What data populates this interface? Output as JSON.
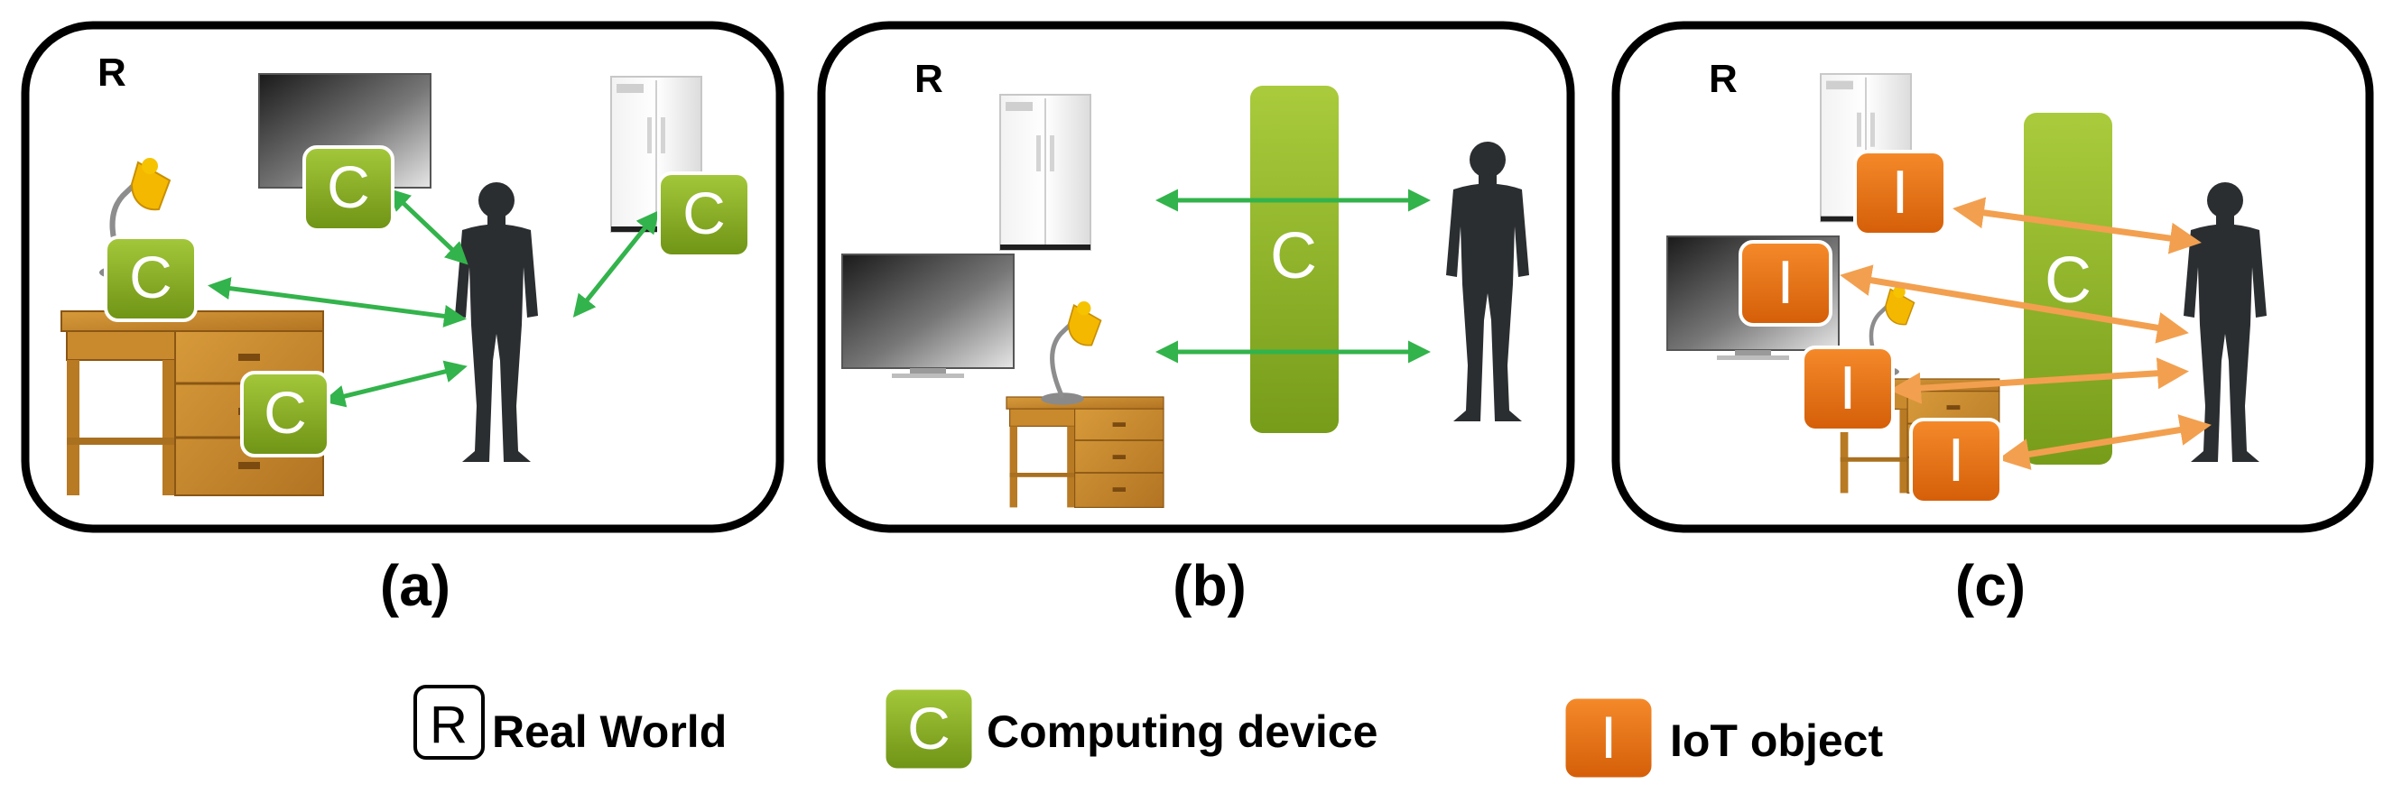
{
  "panels": [
    {
      "id": "a",
      "region_letter": "R",
      "caption": "(a)"
    },
    {
      "id": "b",
      "region_letter": "R",
      "caption": "(b)"
    },
    {
      "id": "c",
      "region_letter": "R",
      "caption": "(c)"
    }
  ],
  "badges": {
    "computing_letter": "C",
    "iot_letter": "I"
  },
  "legend": {
    "real_world": {
      "symbol": "R",
      "label": "Real World"
    },
    "computing": {
      "symbol": "C",
      "label": "Computing device"
    },
    "iot": {
      "symbol": "I",
      "label": "IoT object"
    }
  },
  "colors": {
    "computing_green": "#8cb51f",
    "computing_green_dark": "#6f9315",
    "iot_orange": "#e86f0e",
    "iot_orange_dark": "#c55608",
    "arrow_green": "#33b34b",
    "arrow_orange": "#f2a04f",
    "silhouette": "#2b2e31",
    "furniture_wood": "#c98a2e",
    "lamp_yellow": "#f5b800"
  }
}
